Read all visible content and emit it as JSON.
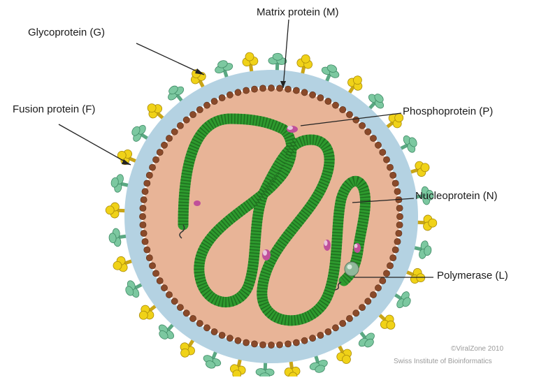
{
  "labels": {
    "glycoprotein": "Glycoprotein (G)",
    "matrix": "Matrix protein (M)",
    "fusion": "Fusion protein (F)",
    "phosphoprotein": "Phosphoprotein (P)",
    "nucleoprotein": "Nucleoprotein (N)",
    "polymerase": "Polymerase (L)"
  },
  "credit": {
    "line1": "©ViralZone 2010",
    "line2": "Swiss Institute of Bioinformatics"
  },
  "colors": {
    "interior": "#e8b497",
    "membrane": "#b4d2e2",
    "matrix_beads": "#8a4a2a",
    "glycoprotein": "#f0d218",
    "fusion_protein": "#7cc8a0",
    "nucleocapsid": "#2e9a2e",
    "phosphoprotein": "#c0509a",
    "polymerase": "#8fb89a"
  }
}
